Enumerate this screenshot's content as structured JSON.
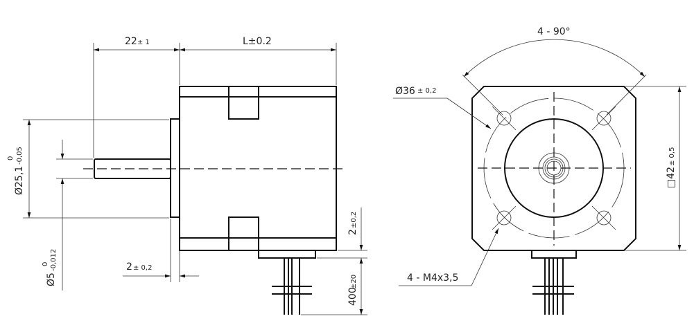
{
  "side_view": {
    "dim_shaft_length": {
      "value": "22",
      "tol": "± 1"
    },
    "dim_body_length": "L±0.2",
    "dim_flange_dia": {
      "value": "Ø25,1",
      "upper": "0",
      "lower": "-0,05"
    },
    "dim_shaft_dia": {
      "value": "Ø5",
      "upper": "0",
      "lower": "-0,012"
    },
    "dim_flange_height": {
      "value": "2",
      "tol": "± 0,2"
    },
    "dim_connector_offset": {
      "value": "2",
      "tol": "±0,2"
    },
    "dim_cable_length": {
      "value": "400",
      "tol": "±20"
    }
  },
  "front_view": {
    "dim_angle": "4 - 90°",
    "dim_bolt_circle": {
      "value": "Ø36",
      "tol": "± 0,2"
    },
    "dim_square": {
      "value": "□42",
      "tol": "± 0,5"
    },
    "dim_holes": "4 - M4x3,5"
  }
}
